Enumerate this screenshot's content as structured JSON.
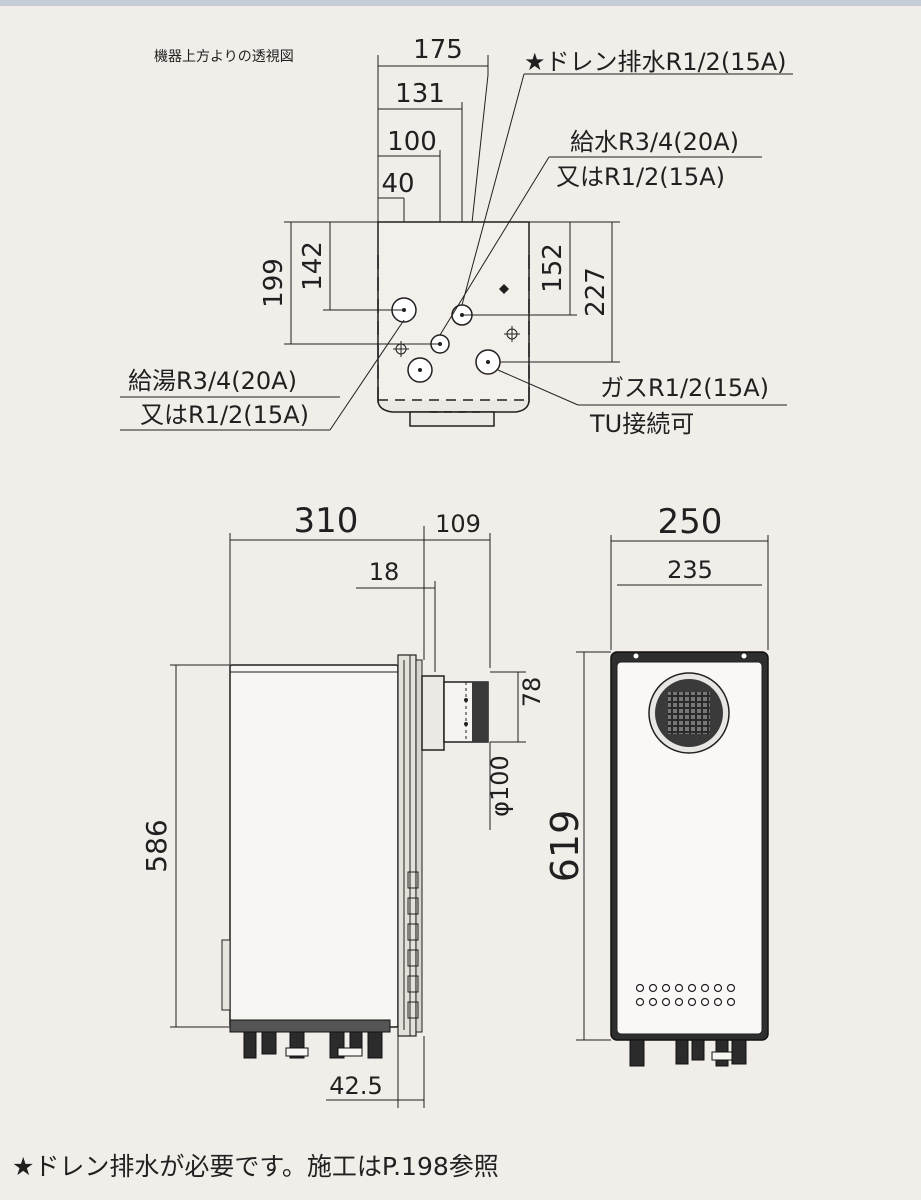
{
  "top_view": {
    "caption": "機器上方よりの透視図",
    "dims": {
      "w175": "175",
      "w131": "131",
      "w100": "100",
      "w40": "40",
      "h199": "199",
      "h142": "142",
      "h152": "152",
      "h227": "227"
    },
    "labels": {
      "drain": "★ドレン排水R1/2(15A)",
      "supply_line1": "給水R3/4(20A)",
      "supply_line2": "又はR1/2(15A)",
      "hot_line1": "給湯R3/4(20A)",
      "hot_line2": "又はR1/2(15A)",
      "gas_line1": "ガスR1/2(15A)",
      "gas_line2": "TU接続可"
    }
  },
  "side_view": {
    "dims": {
      "w310": "310",
      "w109": "109",
      "w18": "18",
      "h586": "586",
      "h78": "78",
      "d100": "φ100",
      "b42": "42.5"
    }
  },
  "front_view": {
    "dims": {
      "w250": "250",
      "w235": "235",
      "h619": "619"
    }
  },
  "footnote": "★ドレン排水が必要です。施工はP.198参照",
  "colors": {
    "background": "#f1eeea",
    "line": "#231f20",
    "unit_dark": "#2b2b2b",
    "top_bar": "#c4ccd6"
  }
}
